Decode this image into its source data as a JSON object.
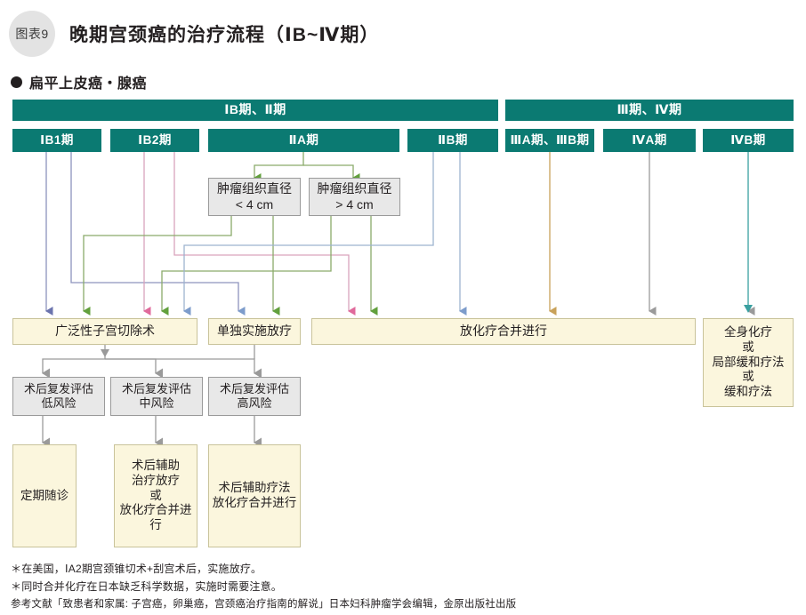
{
  "header": {
    "figure_badge": "图表9",
    "title": "晚期宫颈癌的治疗流程（ⅠB~Ⅳ期）",
    "subtitle": "扁平上皮癌・腺癌"
  },
  "colors": {
    "teal": "#0b7a72",
    "cream": "#fbf6dd",
    "gray": "#e8e8e8",
    "arrow_blue_purple": "#6b74ae",
    "arrow_green": "#62a03c",
    "arrow_pink": "#e06a9b",
    "arrow_blue": "#7d9ccb",
    "arrow_tan": "#c8a15a",
    "arrow_gray": "#9a9a9a",
    "line_green": "#8aab6a",
    "line_pink": "#d9a3bc",
    "line_blue": "#9db3cf",
    "line_purple": "#8d93bd"
  },
  "group_headers": [
    {
      "label": "ⅠB期、Ⅱ期"
    },
    {
      "label": "Ⅲ期、Ⅳ期"
    }
  ],
  "stages": [
    {
      "label": "ⅠB1期"
    },
    {
      "label": "ⅠB2期"
    },
    {
      "label": "ⅡA期"
    },
    {
      "label": "ⅡB期"
    },
    {
      "label": "ⅢA期、ⅢB期"
    },
    {
      "label": "ⅣA期"
    },
    {
      "label": "ⅣB期"
    }
  ],
  "tumor_size": [
    {
      "label": "肿瘤组织直径\n< 4 cm"
    },
    {
      "label": "肿瘤组织直径\n> 4 cm"
    }
  ],
  "treatments": [
    {
      "label": "广泛性子宫切除术"
    },
    {
      "label": "单独实施放疗"
    },
    {
      "label": "放化疗合并进行"
    },
    {
      "label": "全身化疗\n或\n局部缓和疗法\n或\n缓和疗法"
    }
  ],
  "risk_assessment": [
    {
      "label": "术后复发评估\n低风险"
    },
    {
      "label": "术后复发评估\n中风险"
    },
    {
      "label": "术后复发评估\n高风险"
    }
  ],
  "followup": [
    {
      "label": "定期随诊"
    },
    {
      "label": "术后辅助\n治疗放疗\n或\n放化疗合并进行"
    },
    {
      "label": "术后辅助疗法\n放化疗合并进行"
    }
  ],
  "notes": [
    "＊在美国，ⅠA2期宫颈锥切术+刮宫术后，实施放疗。",
    "＊同时合并化疗在日本缺乏科学数据，实施时需要注意。",
    "参考文献「致患者和家属: 子宫癌，卵巢癌，宫颈癌治疗指南的解说」日本妇科肿瘤学会编辑，金原出版社出版"
  ]
}
